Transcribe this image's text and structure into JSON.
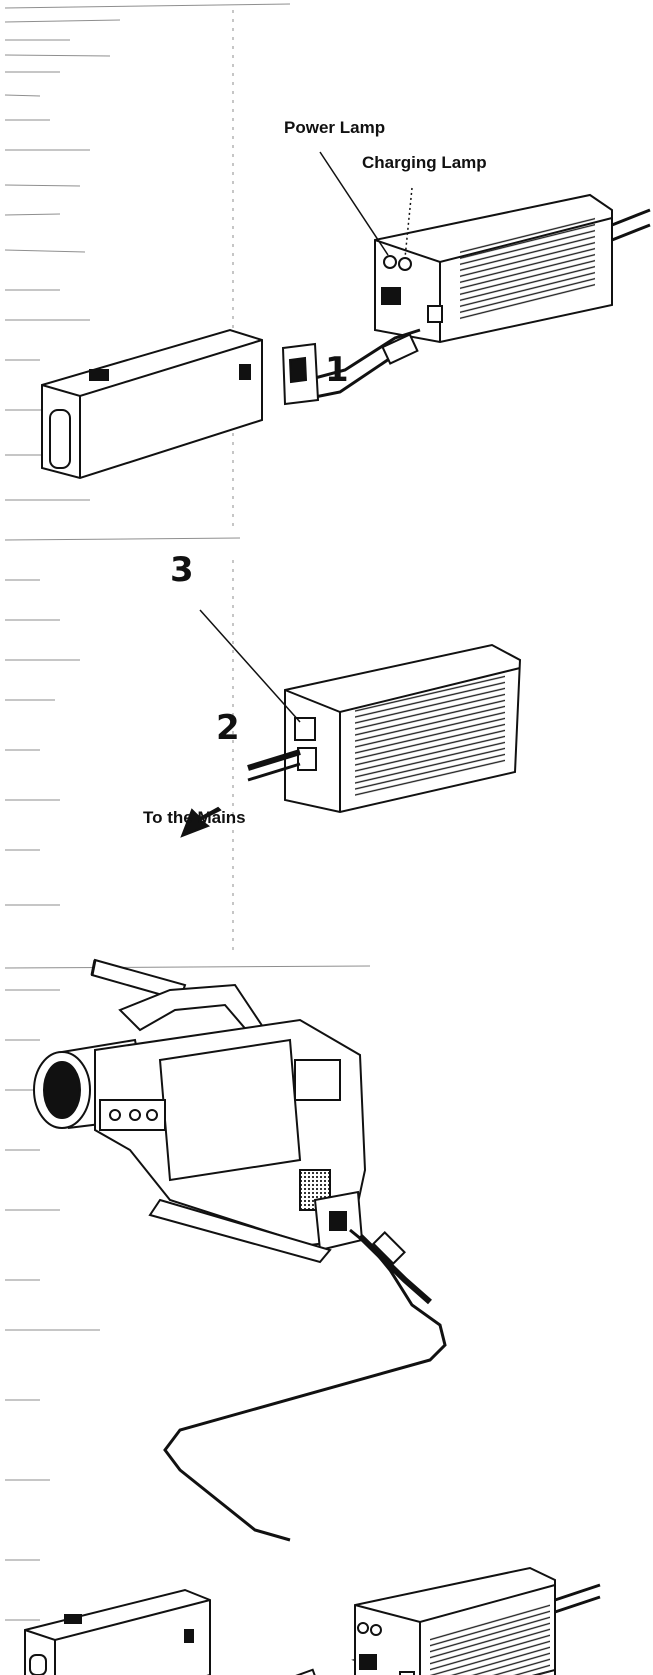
{
  "figure1": {
    "power_lamp_label": "Power Lamp",
    "charging_lamp_label": "Charging Lamp",
    "step_1": "1"
  },
  "figure2": {
    "step_3": "3",
    "step_2": "2",
    "mains_label": "To the Mains"
  },
  "colors": {
    "ink": "#111111",
    "paper": "#ffffff",
    "hatch": "#333333"
  }
}
